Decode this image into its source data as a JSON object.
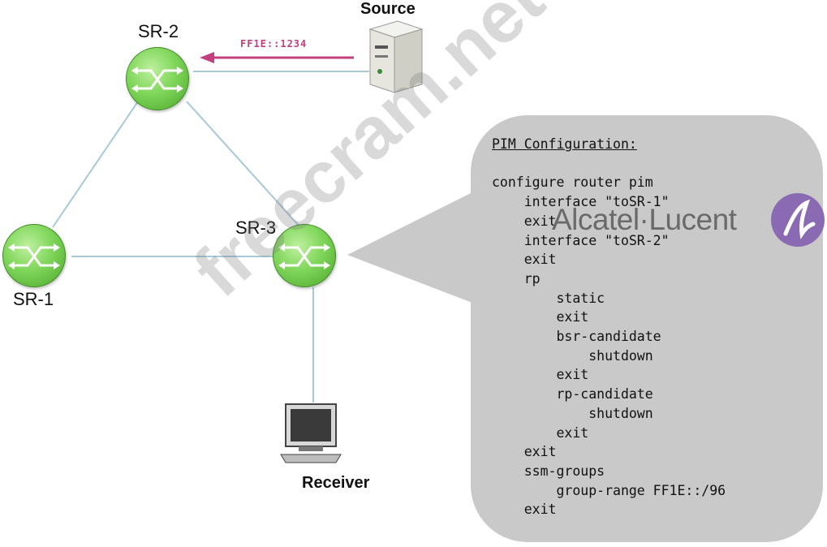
{
  "nodes": {
    "sr2": {
      "label": "SR-2"
    },
    "sr1": {
      "label": "SR-1"
    },
    "sr3": {
      "label": "SR-3"
    },
    "source": {
      "label": "Source"
    },
    "receiver": {
      "label": "Receiver"
    }
  },
  "flow": {
    "group_address": "FF1E::1234"
  },
  "config": {
    "title": "PIM Configuration:",
    "lines": [
      "configure router pim",
      "    interface \"toSR-1\"",
      "    exit",
      "    interface \"toSR-2\"",
      "    exit",
      "    rp",
      "        static",
      "        exit",
      "        bsr-candidate",
      "            shutdown",
      "        exit",
      "        rp-candidate",
      "            shutdown",
      "        exit",
      "    exit",
      "    ssm-groups",
      "        group-range FF1E::/96",
      "    exit"
    ]
  },
  "brand": {
    "text": "Alcatel·Lucent"
  },
  "watermark": {
    "text": "freecram.net"
  },
  "colors": {
    "router": "#6fcf4a",
    "arrow": "#c2407e",
    "bubble": "#c9c9c9",
    "logo": "#8a6bb3"
  }
}
